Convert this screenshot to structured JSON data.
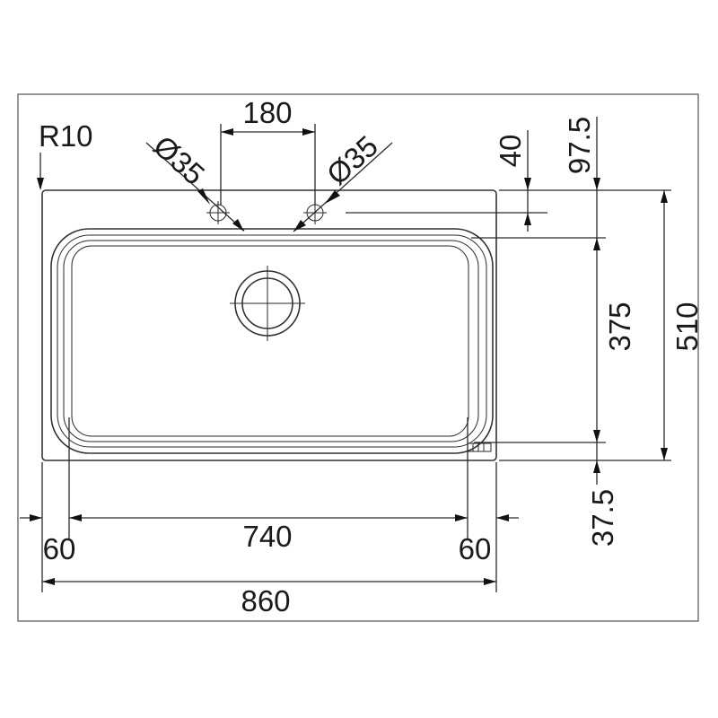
{
  "labels": {
    "corner_radius": "R10",
    "tap_hole_left": "Ø35",
    "tap_hole_right": "Ø35",
    "tap_spacing": "180",
    "edge_to_bowl_small": "40",
    "edge_to_bowl_top": "97.5",
    "bowl_depth": "375",
    "overall_depth": "510",
    "bottom_margin": "37.5",
    "left_margin": "60",
    "bowl_width": "740",
    "right_margin": "60",
    "overall_width": "860"
  }
}
